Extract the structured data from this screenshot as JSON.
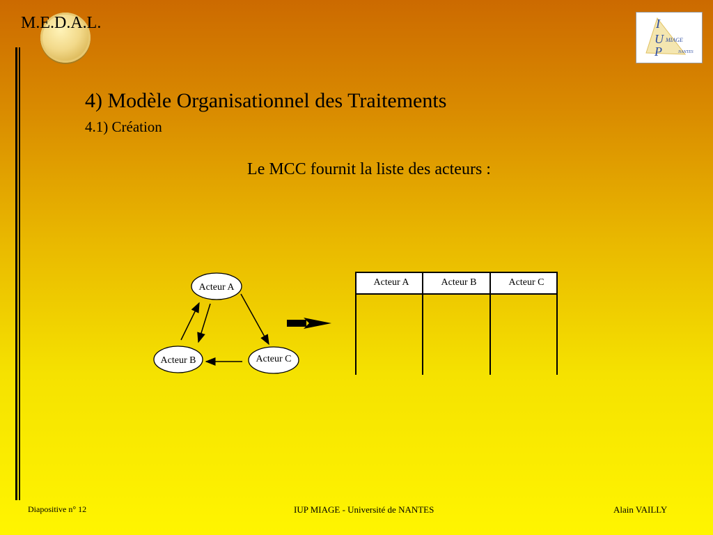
{
  "header": {
    "brand": "M.E.D.A.L.",
    "logo": {
      "line1": "I",
      "line2": "U",
      "line2b": "MIAGE",
      "line3": "P",
      "line3b": "NANTES"
    }
  },
  "slide": {
    "title": "4) Modèle Organisationnel des Traitements",
    "subtitle": "4.1) Création",
    "intro": "Le MCC fournit la liste des acteurs :"
  },
  "diagram": {
    "actors": [
      "Acteur A",
      "Acteur B",
      "Acteur C"
    ]
  },
  "table": {
    "columns": [
      "Acteur A",
      "Acteur B",
      "Acteur C"
    ]
  },
  "footer": {
    "left": "Diapositive n° 12",
    "center": "IUP MIAGE - Université de NANTES",
    "right": "Alain VAILLY"
  }
}
